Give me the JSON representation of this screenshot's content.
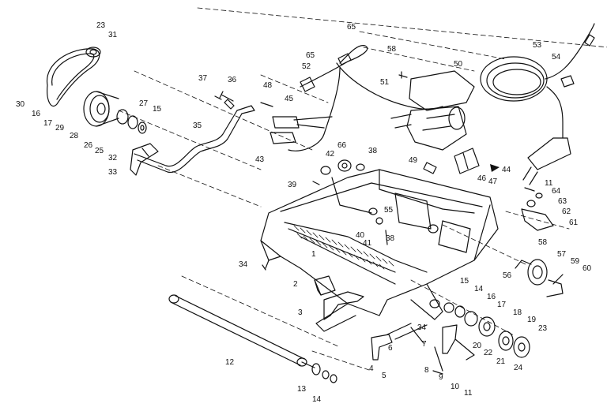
{
  "diagram": {
    "labels": [
      "1",
      "2",
      "3",
      "4",
      "5",
      "6",
      "7",
      "8",
      "9",
      "10",
      "11",
      "11",
      "12",
      "13",
      "14",
      "14",
      "15",
      "15",
      "16",
      "16",
      "17",
      "17",
      "18",
      "19",
      "20",
      "21",
      "22",
      "23",
      "23",
      "24",
      "25",
      "26",
      "27",
      "28",
      "29",
      "30",
      "31",
      "32",
      "33",
      "34",
      "34",
      "35",
      "36",
      "37",
      "38",
      "38",
      "39",
      "40",
      "41",
      "42",
      "43",
      "44",
      "45",
      "46",
      "47",
      "48",
      "49",
      "50",
      "51",
      "52",
      "53",
      "54",
      "55",
      "56",
      "57",
      "58",
      "58",
      "59",
      "60",
      "61",
      "62",
      "63",
      "64",
      "65",
      "65",
      "66"
    ]
  }
}
